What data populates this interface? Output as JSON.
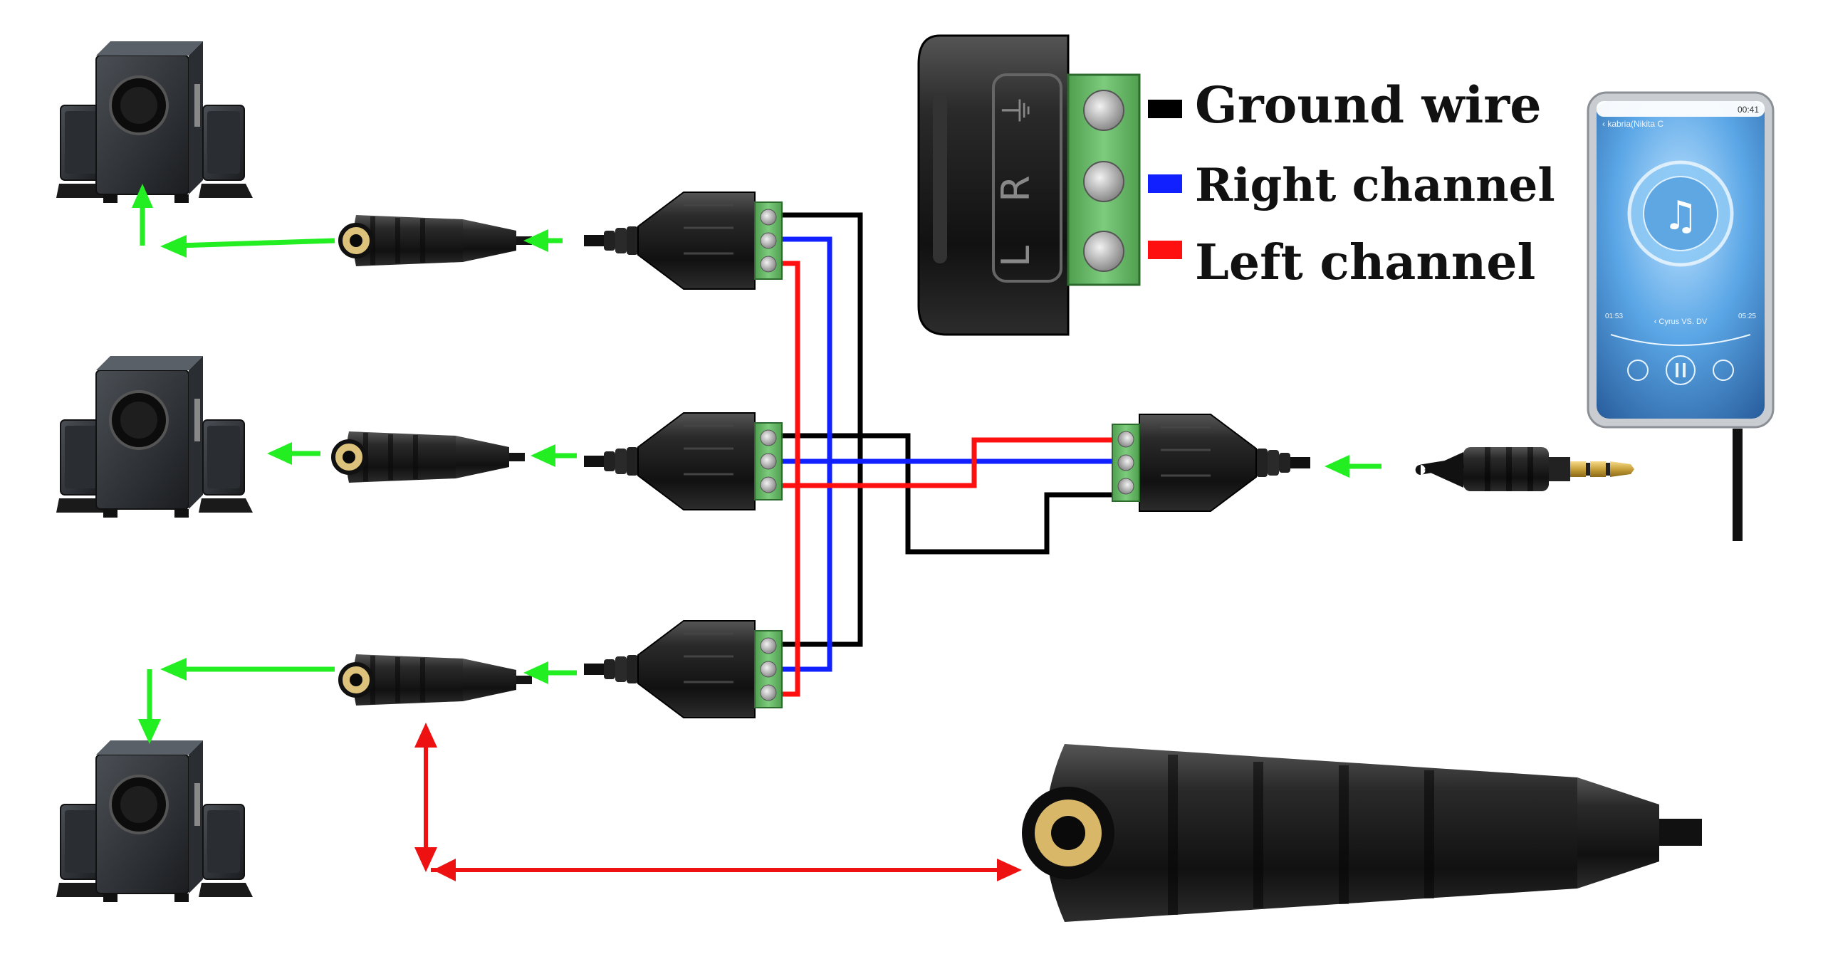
{
  "colors": {
    "ground": "#000000",
    "right": "#1020ff",
    "left": "#ff1010",
    "signal_arrow": "#22ee22",
    "zoom_arrow": "#ee1111",
    "terminal_green": "#66bb66",
    "plastic": "#1c1c1c"
  },
  "legend": {
    "terminal_labels": {
      "left": "L",
      "right": "R",
      "ground": "⏚"
    },
    "items": [
      {
        "key": "ground",
        "label": "Ground wire",
        "color": "#000000"
      },
      {
        "key": "right",
        "label": "Right channel",
        "color": "#1020ff"
      },
      {
        "key": "left",
        "label": "Left channel",
        "color": "#ff1010"
      }
    ]
  },
  "phone": {
    "status_time": "00:41",
    "track_title": "‹ kabria(Nikita C",
    "elapsed": "01:53",
    "duration": "05:25",
    "artist": "‹ Cyrus VS. DV"
  },
  "speakers": [
    {
      "id": "top"
    },
    {
      "id": "middle"
    },
    {
      "id": "bottom"
    }
  ],
  "outputs": [
    {
      "id": "top"
    },
    {
      "id": "middle"
    },
    {
      "id": "bottom"
    }
  ]
}
